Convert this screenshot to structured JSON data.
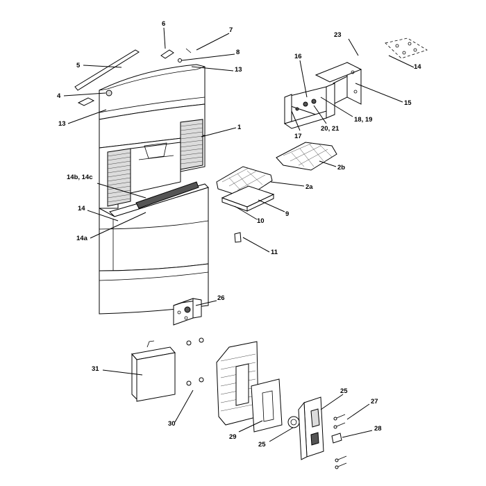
{
  "callouts": [
    {
      "id": "c6",
      "text": "6"
    },
    {
      "id": "c7",
      "text": "7"
    },
    {
      "id": "c8",
      "text": "8"
    },
    {
      "id": "c5",
      "text": "5"
    },
    {
      "id": "c13a",
      "text": "13"
    },
    {
      "id": "c4",
      "text": "4"
    },
    {
      "id": "c13b",
      "text": "13"
    },
    {
      "id": "c1",
      "text": "1"
    },
    {
      "id": "c14bc",
      "text": "14b, 14c"
    },
    {
      "id": "c14",
      "text": "14"
    },
    {
      "id": "c14a",
      "text": "14a"
    },
    {
      "id": "c23",
      "text": "23"
    },
    {
      "id": "c14r",
      "text": "14"
    },
    {
      "id": "c16",
      "text": "16"
    },
    {
      "id": "c15",
      "text": "15"
    },
    {
      "id": "c17",
      "text": "17"
    },
    {
      "id": "c2021",
      "text": "20, 21"
    },
    {
      "id": "c1819",
      "text": "18, 19"
    },
    {
      "id": "c2b",
      "text": "2b"
    },
    {
      "id": "c2a",
      "text": "2a"
    },
    {
      "id": "c9",
      "text": "9"
    },
    {
      "id": "c10",
      "text": "10"
    },
    {
      "id": "c11",
      "text": "11"
    },
    {
      "id": "c26",
      "text": "26"
    },
    {
      "id": "c31",
      "text": "31"
    },
    {
      "id": "c30",
      "text": "30"
    },
    {
      "id": "c25a",
      "text": "25"
    },
    {
      "id": "c27",
      "text": "27"
    },
    {
      "id": "c28",
      "text": "28"
    },
    {
      "id": "c29",
      "text": "29"
    },
    {
      "id": "c25b",
      "text": "25"
    }
  ]
}
